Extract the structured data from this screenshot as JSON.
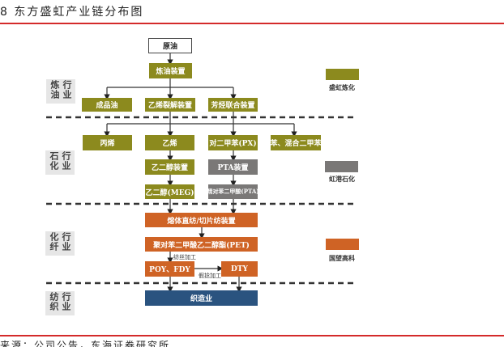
{
  "title": "8 东方盛虹产业链分布图",
  "sectors": [
    "炼油行业",
    "石化行业",
    "化纤行业",
    "纺织行业"
  ],
  "nodes": {
    "crude": "原油",
    "refinery": "炼油装置",
    "products": "成品油",
    "cracker": "乙烯裂解装置",
    "aromatics": "芳烃联合装置",
    "propylene": "丙烯",
    "ethylene": "乙烯",
    "px": "对二甲苯(PX)",
    "benzene": "苯、混合二甲苯",
    "eg_unit": "乙二醇装置",
    "pta_unit": "PTA装置",
    "meg": "乙二醇(MEG)",
    "pta": "精对苯二甲酸(PTA)",
    "spinning": "熔体直纺/切片纺装置",
    "pet": "聚对苯二甲酸乙二醇酯(PET)",
    "poy": "POY、FDY",
    "dty": "DTY",
    "weaving": "织造业"
  },
  "notes": {
    "spin": "纺丝加工",
    "texturing": "假捻加工"
  },
  "legend": [
    {
      "label": "盛虹炼化",
      "color": "#8c8a1e"
    },
    {
      "label": "虹港石化",
      "color": "#7a7877"
    },
    {
      "label": "国望高科",
      "color": "#cf6325"
    }
  ],
  "source": "来源：公司公告，东海证券研究所"
}
